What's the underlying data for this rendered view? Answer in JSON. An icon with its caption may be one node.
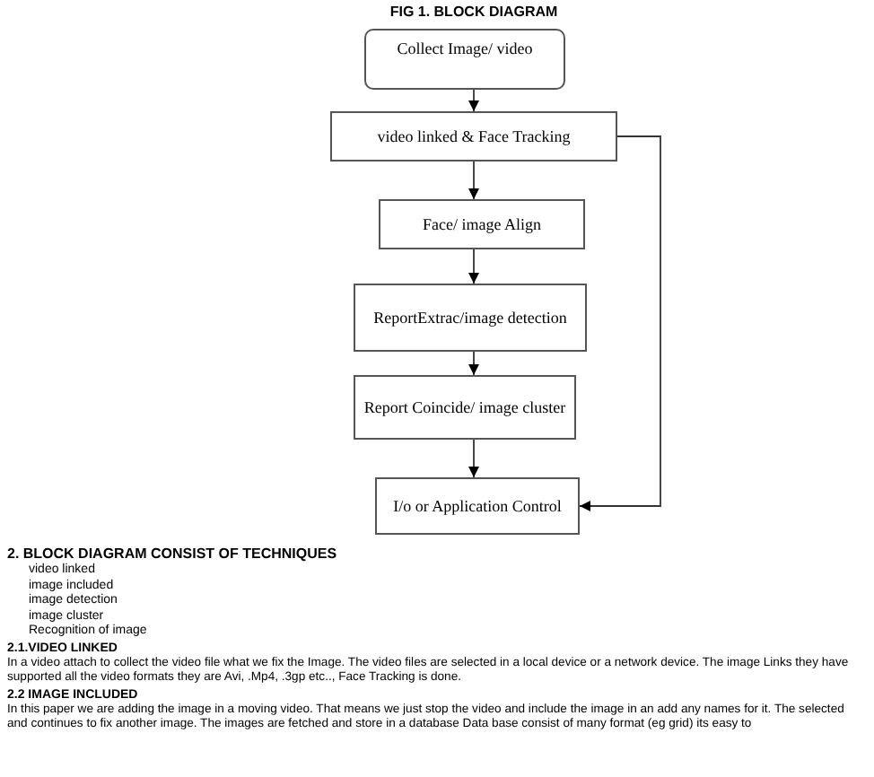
{
  "diagram": {
    "title": "FIG 1. BLOCK DIAGRAM",
    "nodes": [
      {
        "text": [
          "Collect Image/ video"
        ]
      },
      {
        "text": [
          "video linked & Face Tracking"
        ]
      },
      {
        "text": [
          "Face/ image Align"
        ]
      },
      {
        "text": [
          "ReportExtrac/image detection"
        ]
      },
      {
        "text": [
          "Report Coincide/ image cluster"
        ]
      },
      {
        "text": [
          "I/o or Application Control"
        ]
      }
    ],
    "edges": [
      {
        "from": 0,
        "to": 1,
        "arrow": "to"
      },
      {
        "from": 1,
        "to": 2,
        "arrow": "to"
      },
      {
        "from": 2,
        "to": 3,
        "arrow": "to"
      },
      {
        "from": 3,
        "to": 4,
        "arrow": "to"
      },
      {
        "from": 4,
        "to": 5,
        "arrow": "to"
      },
      {
        "from": 1,
        "to": 5,
        "arrow": "to"
      }
    ],
    "labels": [
      "2. BLOCK DIAGRAM CONSIST OF TECHNIQUES",
      "video linked",
      "image included",
      "image detection",
      "image cluster",
      "Recognition of image",
      "2.1.VIDEO LINKED",
      "In a video attach to collect the video file what we fix the Image. The video files are selected in a local device or a network device. The image Links they have supported all the video formats they are Avi, .Mp4, .3gp etc.., Face Tracking is done.",
      "2.2 IMAGE INCLUDED",
      "In this paper we are adding the image in a moving video. That means we just stop the video and include the image in an add any names for it. The selected and continues to fix another image. The images are fetched and store in a database Data base consist of many format (eg grid) its easy to"
    ]
  }
}
